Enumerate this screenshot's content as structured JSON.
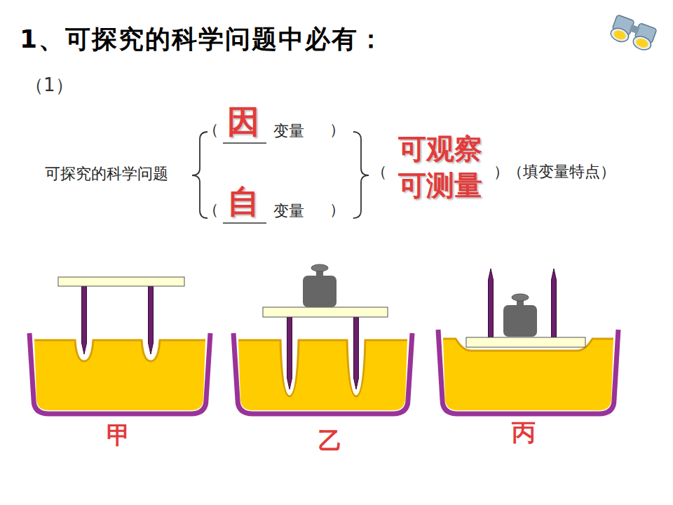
{
  "diagram": {
    "title": "1、可探究的科学问题中必有：",
    "labels": [
      "（1）",
      "可探究的科学问题",
      "（",
      "因",
      "变量",
      "）",
      "（",
      "自",
      "变量",
      "）",
      "（",
      "可观察 可测量",
      "）",
      "（填变量特点）",
      "甲",
      "乙",
      "丙"
    ]
  }
}
